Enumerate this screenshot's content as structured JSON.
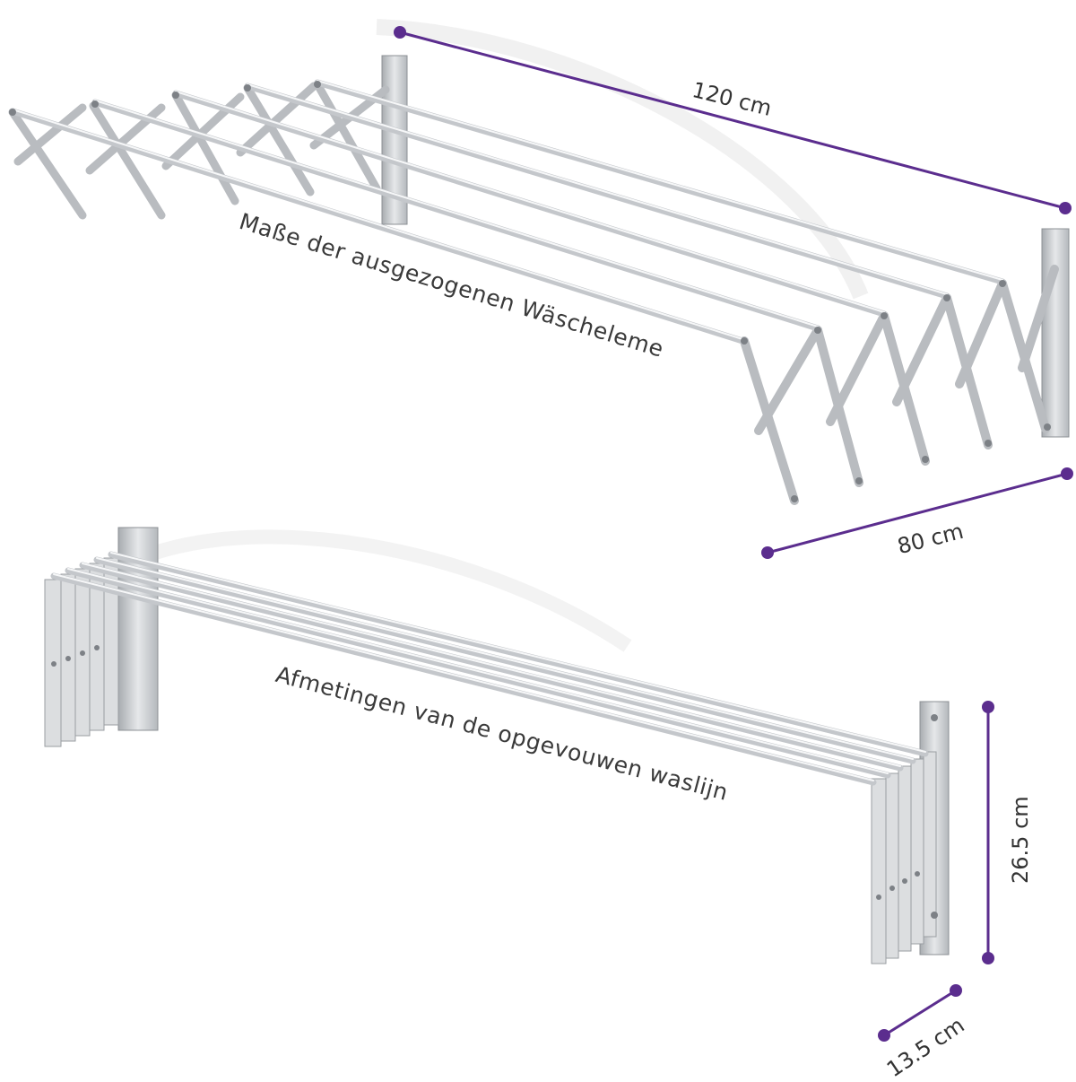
{
  "labels": {
    "extended": "Maße der ausgezogenen Wäscheleme",
    "folded": "Afmetingen van de opgevouwen waslijn"
  },
  "dimensions": {
    "length_extended": "120 cm",
    "depth_extended": "80 cm",
    "height_folded": "26.5 cm",
    "depth_folded": "13.5 cm"
  },
  "colors": {
    "dimension_line": "#5b2d8e",
    "metal": "#d4d6d8",
    "metal_dark": "#9ea2a6",
    "metal_light": "#f2f3f4",
    "text": "#333333"
  }
}
